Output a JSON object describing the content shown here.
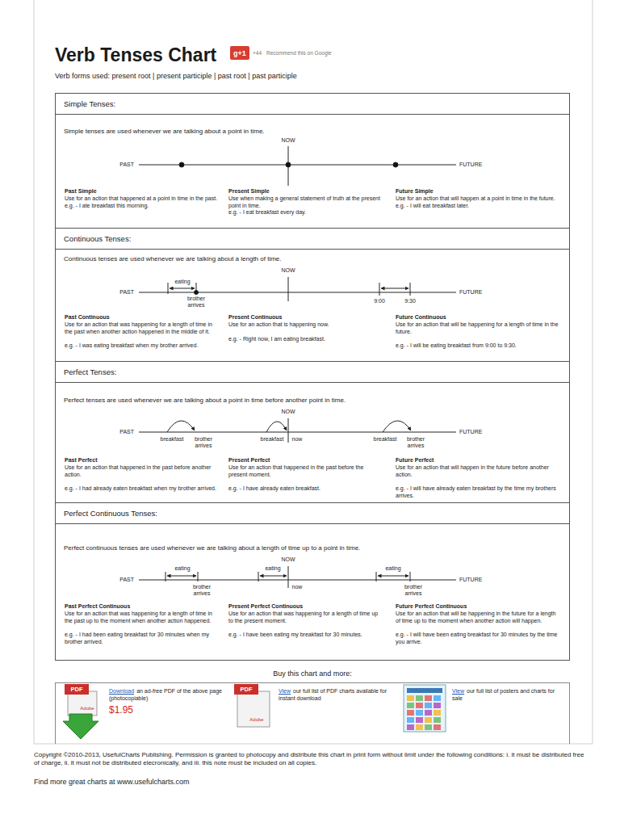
{
  "diagram": {
    "title": "Verb Tenses Chart",
    "nodes": [
      {
        "text": [
          "g+1"
        ]
      },
      {
        "text": [
          "Simple Tenses:",
          "Simple tenses are used whenever we are talking about a point in time."
        ]
      },
      {
        "text": [
          "Continuous Tenses:",
          "Continuous tenses are used whenever we are talking about a length of time."
        ]
      },
      {
        "text": [
          "Perfect Tenses:",
          "Perfect tenses are used whenever we are talking about a point in time before another point in time."
        ]
      },
      {
        "text": [
          "Perfect Continuous Tenses:",
          "Perfect continuous tenses are used whenever we are talking about a length of time up to a point in time."
        ]
      },
      {
        "text": [
          "Buy this chart and more:"
        ]
      }
    ],
    "labels": [
      "+44",
      "Recommend this on Google",
      "Verb forms used: present root | present participle | past root | past participle",
      "NOW",
      "PAST",
      "FUTURE",
      "Past Simple",
      "Use for an action that happened at a point in time in the past.",
      "e.g. - I ate breakfast this morning.",
      "Present Simple",
      "Use when making a general statement of truth at the present point in time.",
      "e.g. - I eat breakfast every day.",
      "Future Simple",
      "Use for an action that will happen at a point in time in the future.",
      "e.g. - I will eat breakfast later.",
      "NOW",
      "PAST",
      "FUTURE",
      "eating",
      "brother arrives",
      "9:00",
      "9:30",
      "Past Continuous",
      "Use for an action that was happening for a length of time in the past when another action happened in the middle of it.",
      "e.g. - I was eating breakfast when my brother arrived.",
      "Present Continuous",
      "Use for an action that is happening now.",
      "e.g. - Right now, I am eating breakfast.",
      "Future Continuous",
      "Use for an action that will be happening for a length of time in the future.",
      "e.g. - I will be eating breakfast from 9:00 to 9:30.",
      "NOW",
      "PAST",
      "FUTURE",
      "breakfast",
      "brother arrives",
      "breakfast",
      "now",
      "breakfast",
      "brother arrives",
      "Past Perfect",
      "Use for an action that happened in the past before another action.",
      "e.g. - I had already eaten breakfast when my brother arrived.",
      "Present Perfect",
      "Use for an action that happened in the past before the present moment.",
      "e.g. - I have already eaten breakfast.",
      "Future Perfect",
      "Use for an action that will happen in the future before another action.",
      "e.g. - I will have already eaten breakfast by the time my brothers arrives.",
      "NOW",
      "PAST",
      "FUTURE",
      "eating",
      "brother arrives",
      "eating",
      "now",
      "eating",
      "brother arrives",
      "Past Perfect Continuous",
      "Use for an action that was happening for a length of time in the past up to the moment when another action happened.",
      "e.g. - I had been eating breakfast for 30 minutes when my brother arrived.",
      "Present Perfect Continuous",
      "Use for an action that was happening for a length of time up to the present moment.",
      "e.g. - I have been eating my breakfast for 30 minutes.",
      "Future Perfect Continuous",
      "Use for an action that will be happening in the future for a length of time up to the moment when another action will happen.",
      "e.g. - I will have been eating breakfast for 30 minutes by the time you arrive.",
      "Download",
      "an ad-free PDF of the above page (photocopiable)",
      "$1.95",
      "PDF",
      "Adobe",
      "View",
      "our full list of PDF charts available for instant download",
      "PDF",
      "Adobe",
      "View",
      "our full list of posters and charts for sale",
      "Copyright ©2010-2013, UsefulCharts Publishing. Permission is granted to photocopy and distribute this chart in print form without limit under the following conditions: i. it must be distributed free of charge, ii. it must not be distributed elecronically, and iii. this note must be included on all copies.",
      "Find more great charts at www.usefulcharts.com"
    ]
  }
}
